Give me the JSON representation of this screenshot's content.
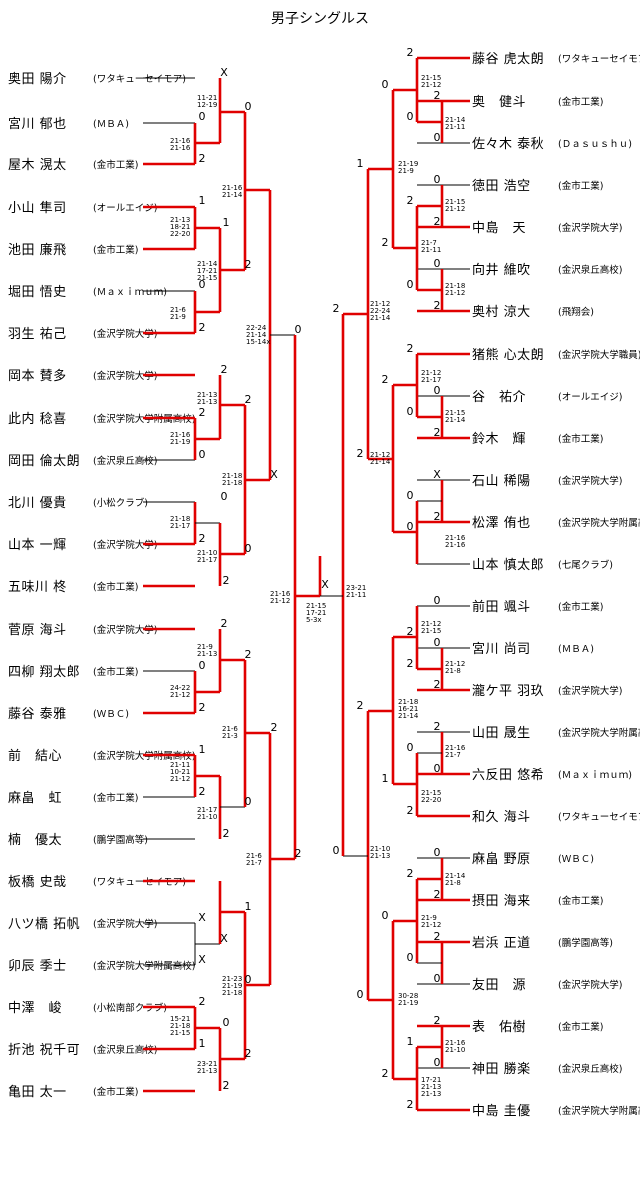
{
  "title": "男子シングルス",
  "left": [
    {
      "name": "奥田 陽介",
      "aff": "(ワタキューセイモア)"
    },
    {
      "name": "宮川 郁也",
      "aff": "(ＭＢＡ)"
    },
    {
      "name": "屋木 滉太",
      "aff": "(金市工業)"
    },
    {
      "name": "小山 隼司",
      "aff": "(オールエイジ)"
    },
    {
      "name": "池田 廉飛",
      "aff": "(金市工業)"
    },
    {
      "name": "堀田 悟史",
      "aff": "(Ｍａｘｉｍｕｍ)"
    },
    {
      "name": "羽生 祐己",
      "aff": "(金沢学院大学)"
    },
    {
      "name": "岡本 賛多",
      "aff": "(金沢学院大学)"
    },
    {
      "name": "此内 稔喜",
      "aff": "(金沢学院大学附属高校)"
    },
    {
      "name": "岡田 倫太朗",
      "aff": "(金沢泉丘高校)"
    },
    {
      "name": "北川 優貴",
      "aff": "(小松クラブ)"
    },
    {
      "name": "山本 一輝",
      "aff": "(金沢学院大学)"
    },
    {
      "name": "五味川 柊",
      "aff": "(金市工業)"
    },
    {
      "name": "菅原 海斗",
      "aff": "(金沢学院大学)"
    },
    {
      "name": "四柳 翔太郎",
      "aff": "(金市工業)"
    },
    {
      "name": "藤谷 泰雅",
      "aff": "(ＷＢＣ)"
    },
    {
      "name": "前　結心",
      "aff": "(金沢学院大学附属高校)"
    },
    {
      "name": "麻畠　虹",
      "aff": "(金市工業)"
    },
    {
      "name": "楠　優太",
      "aff": "(鵬学園高等)"
    },
    {
      "name": "板橋 史哉",
      "aff": "(ワタキューセイモア)"
    },
    {
      "name": "八ツ橋 拓帆",
      "aff": "(金沢学院大学)"
    },
    {
      "name": "卯辰 季士",
      "aff": "(金沢学院大学附属高校)"
    },
    {
      "name": "中澤　峻",
      "aff": "(小松南部クラブ)"
    },
    {
      "name": "折池 祝千可",
      "aff": "(金沢泉丘高校)"
    },
    {
      "name": "亀田 太一",
      "aff": "(金市工業)"
    }
  ],
  "right": [
    {
      "name": "藤谷 虎太朗",
      "aff": "(ワタキューセイモア)"
    },
    {
      "name": "奥　健斗",
      "aff": "(金市工業)"
    },
    {
      "name": "佐々木 泰秋",
      "aff": "(Ｄａｓｕｓｈｕ)"
    },
    {
      "name": "徳田 浩空",
      "aff": "(金市工業)"
    },
    {
      "name": "中島　天",
      "aff": "(金沢学院大学)"
    },
    {
      "name": "向井 維吹",
      "aff": "(金沢泉丘高校)"
    },
    {
      "name": "奥村 涼大",
      "aff": "(飛翔会)"
    },
    {
      "name": "猪熊 心太朗",
      "aff": "(金沢学院大学職員)"
    },
    {
      "name": "谷　祐介",
      "aff": "(オールエイジ)"
    },
    {
      "name": "鈴木　輝",
      "aff": "(金市工業)"
    },
    {
      "name": "石山 稀陽",
      "aff": "(金沢学院大学)"
    },
    {
      "name": "松澤 侑也",
      "aff": "(金沢学院大学附属高校)"
    },
    {
      "name": "山本 慎太郎",
      "aff": "(七尾クラブ)"
    },
    {
      "name": "前田 颯斗",
      "aff": "(金市工業)"
    },
    {
      "name": "宮川 尚司",
      "aff": "(ＭＢＡ)"
    },
    {
      "name": "瀧ケ平 羽玖",
      "aff": "(金沢学院大学)"
    },
    {
      "name": "山田 晟生",
      "aff": "(金沢学院大学附属高校)"
    },
    {
      "name": "六反田 悠希",
      "aff": "(Ｍａｘｉｍｕｍ)"
    },
    {
      "name": "和久 海斗",
      "aff": "(ワタキューセイモア)"
    },
    {
      "name": "麻畠 野原",
      "aff": "(ＷＢＣ)"
    },
    {
      "name": "摂田 海来",
      "aff": "(金市工業)"
    },
    {
      "name": "岩浜 正道",
      "aff": "(鵬学園高等)"
    },
    {
      "name": "友田　源",
      "aff": "(金沢学院大学)"
    },
    {
      "name": "表　佑樹",
      "aff": "(金市工業)"
    },
    {
      "name": "神田 勝楽",
      "aff": "(金沢泉丘高校)"
    },
    {
      "name": "中島 圭優",
      "aff": "(金沢学院大学附属高校)"
    }
  ],
  "results": [
    "0",
    "2",
    "1",
    "X",
    "2",
    "0",
    "2",
    "1",
    "0",
    "2",
    "0",
    "X",
    "2",
    "0",
    "2",
    "1",
    "2",
    "0"
  ],
  "scores": [
    "11-21",
    "12-19",
    "21-16",
    "21-16",
    "21-13",
    "18-21",
    "22-20",
    "21-14",
    "17-21",
    "21-15",
    "21-6",
    "21-9",
    "21-16",
    "22-24",
    "21-14",
    "15-14"
  ]
}
